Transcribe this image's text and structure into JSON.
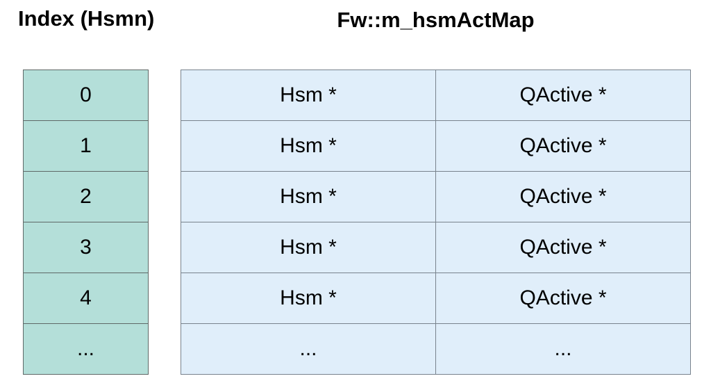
{
  "titles": {
    "index": "Index (Hsmn)",
    "map": "Fw::m_hsmActMap"
  },
  "colors": {
    "page-bg": "#ffffff",
    "text": "#000000",
    "index-fill": "#b4dfd9",
    "index-border": "#5e6866",
    "map-fill": "#e0eefa",
    "map-border": "#78828c"
  },
  "index_table": {
    "cells": [
      "0",
      "1",
      "2",
      "3",
      "4",
      "..."
    ]
  },
  "map_table": {
    "rows": [
      {
        "hsm": "Hsm *",
        "qactive": "QActive *"
      },
      {
        "hsm": "Hsm *",
        "qactive": "QActive *"
      },
      {
        "hsm": "Hsm *",
        "qactive": "QActive *"
      },
      {
        "hsm": "Hsm *",
        "qactive": "QActive *"
      },
      {
        "hsm": "Hsm *",
        "qactive": "QActive *"
      },
      {
        "hsm": "...",
        "qactive": "..."
      }
    ]
  }
}
